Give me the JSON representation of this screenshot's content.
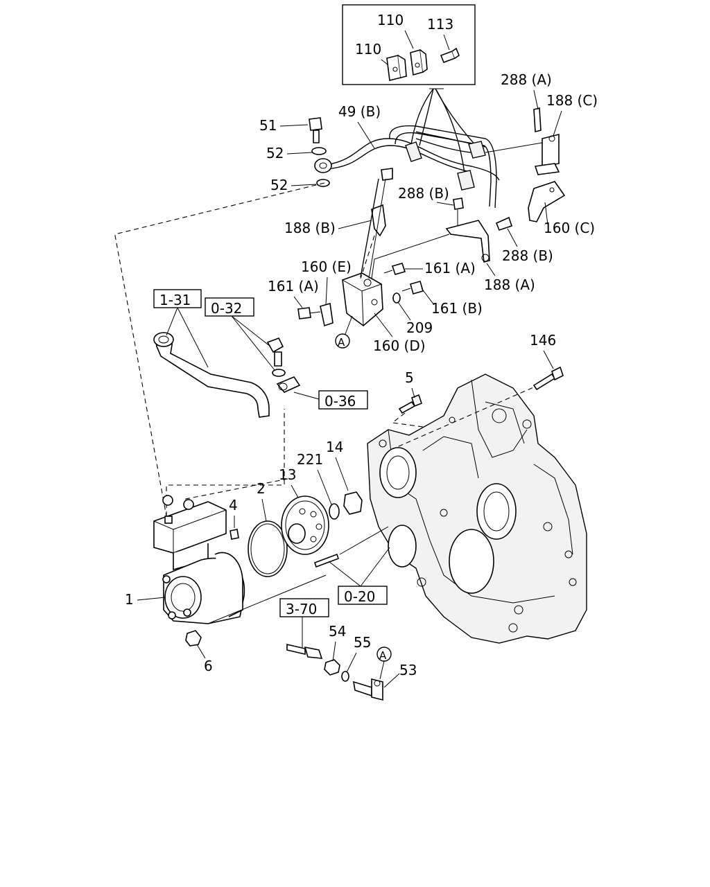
{
  "labels": {
    "l110a": "110",
    "l110b": "110",
    "l113": "113",
    "l288A": "288 (A)",
    "l188C": "188 (C)",
    "l51": "51",
    "l49B": "49 (B)",
    "l52a": "52",
    "l52b": "52",
    "l288Ba": "288 (B)",
    "l160C": "160 (C)",
    "l188B": "188 (B)",
    "l288Bb": "288 (B)",
    "l160E": "160 (E)",
    "l161Aa": "161 (A)",
    "l161Ab": "161 (A)",
    "l188A": "188 (A)",
    "l161B": "161 (B)",
    "l209": "209",
    "l160D": "160 (D)",
    "lA1": "A",
    "l131": "1-31",
    "l032": "0-32",
    "l036": "0-36",
    "l146": "146",
    "l5": "5",
    "l14": "14",
    "l221": "221",
    "l13": "13",
    "l2": "2",
    "l4": "4",
    "l1": "1",
    "l020": "0-20",
    "l6": "6",
    "l370": "3-70",
    "l54": "54",
    "l55": "55",
    "lA2": "A",
    "l53": "53"
  }
}
